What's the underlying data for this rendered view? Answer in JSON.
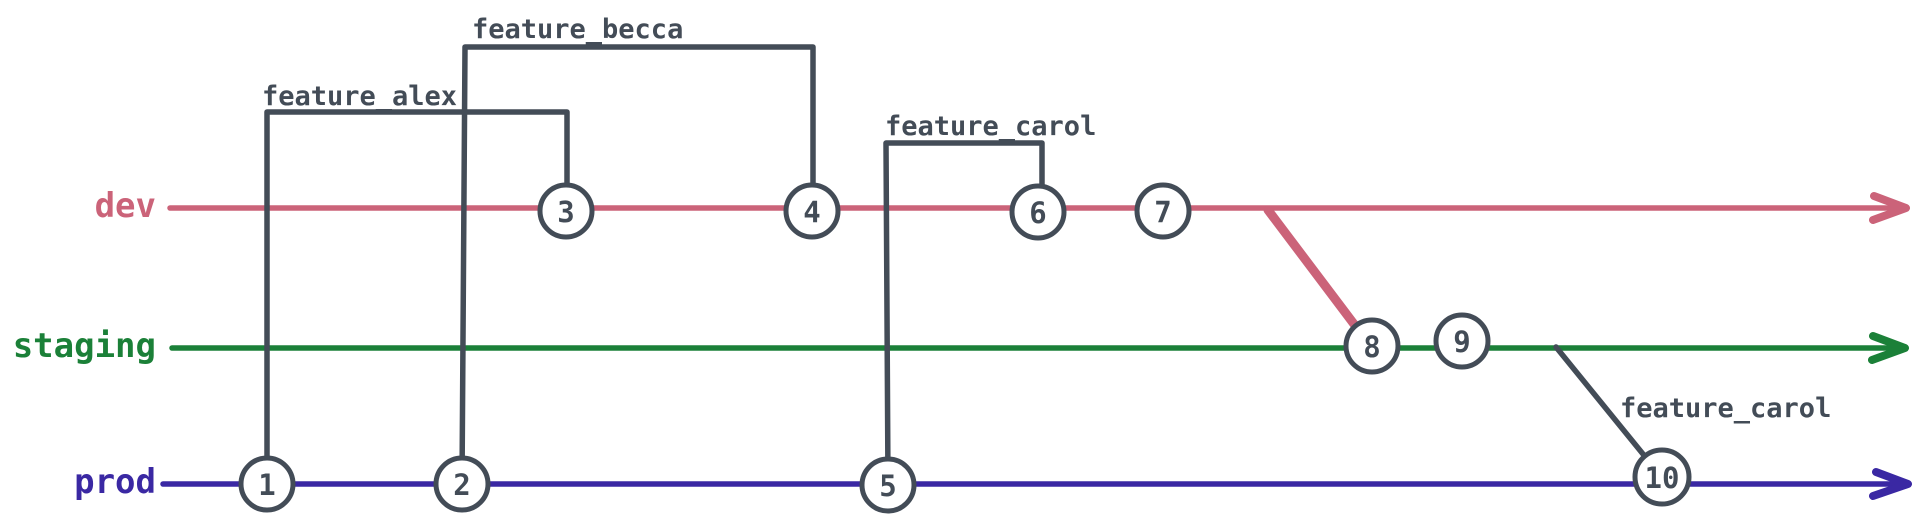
{
  "diagram": {
    "title": "git branch diagram",
    "background": "#ffffff",
    "ink_color": "#434c57",
    "branches": [
      {
        "id": "dev",
        "label": "dev",
        "color": "#cb6379",
        "arrow": "right"
      },
      {
        "id": "staging",
        "label": "staging",
        "color": "#1b8038",
        "arrow": "right"
      },
      {
        "id": "prod",
        "label": "prod",
        "color": "#3a28a3",
        "arrow": "right"
      }
    ],
    "commits": [
      {
        "number": "1",
        "branch": "prod"
      },
      {
        "number": "2",
        "branch": "prod"
      },
      {
        "number": "3",
        "branch": "dev"
      },
      {
        "number": "4",
        "branch": "dev"
      },
      {
        "number": "5",
        "branch": "prod"
      },
      {
        "number": "6",
        "branch": "dev"
      },
      {
        "number": "7",
        "branch": "dev"
      },
      {
        "number": "8",
        "branch": "staging"
      },
      {
        "number": "9",
        "branch": "staging"
      },
      {
        "number": "10",
        "branch": "prod"
      }
    ],
    "feature_branches": [
      {
        "label": "feature_alex",
        "from": "prod commit 1",
        "to": "dev commit 3"
      },
      {
        "label": "feature_becca",
        "from": "prod commit 2",
        "to": "dev commit 4"
      },
      {
        "label": "feature_carol",
        "from": "prod commit 5",
        "to": "dev commit 6"
      },
      {
        "label": "feature_carol",
        "from": "staging after commit 9",
        "to": "prod commit 10"
      }
    ],
    "merges": [
      {
        "from": "dev after commit 7",
        "to": "staging commit 8",
        "color": "#cb6379"
      }
    ]
  }
}
